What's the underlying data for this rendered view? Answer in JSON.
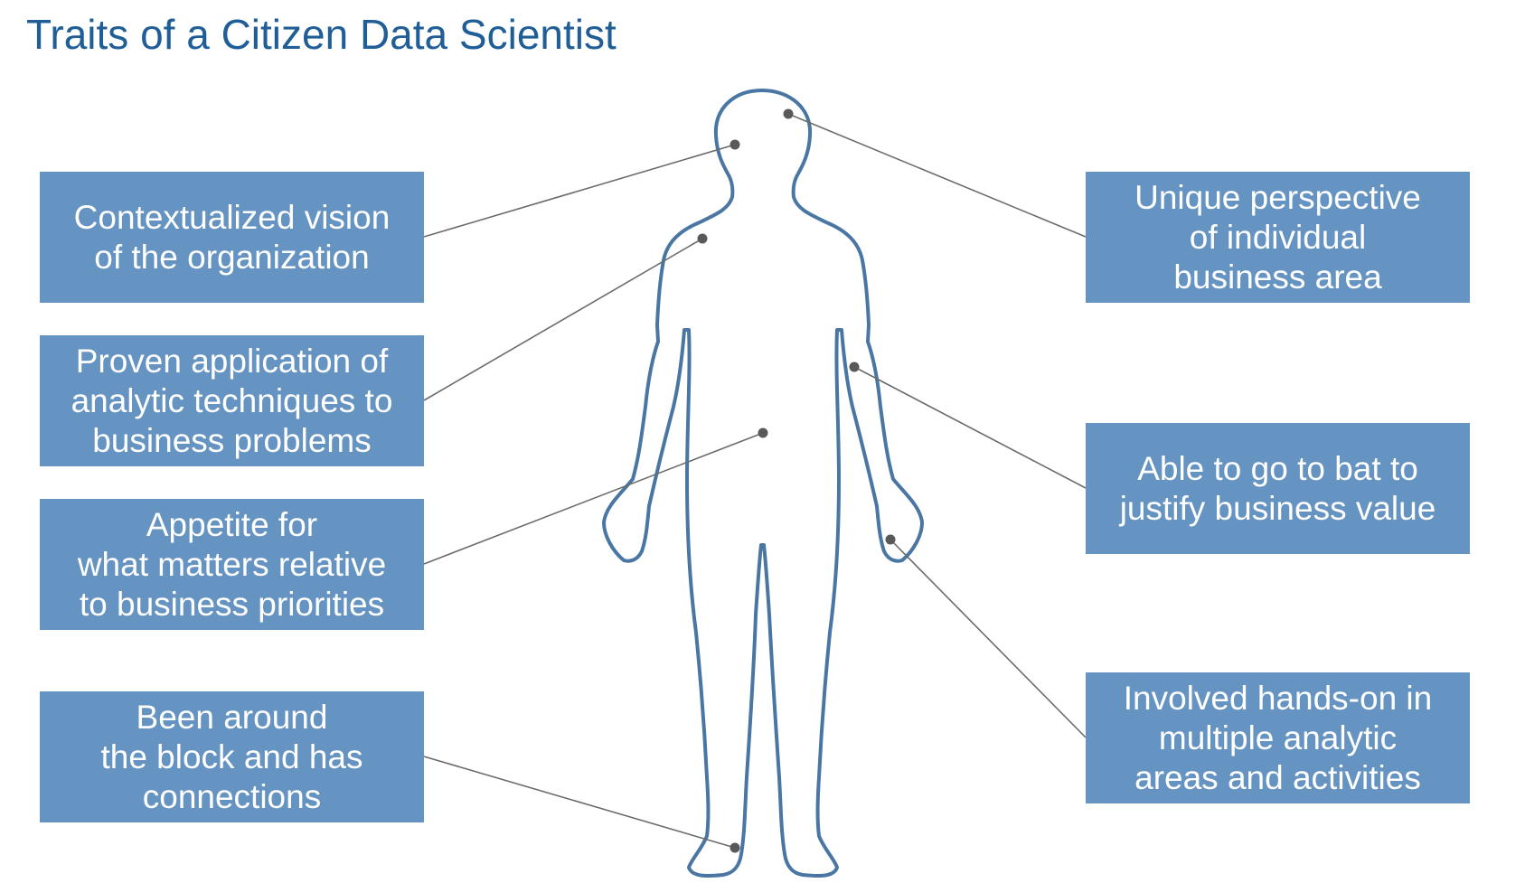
{
  "title": "Traits of a Citizen Data Scientist",
  "colors": {
    "title": "#1f5e96",
    "box_fill": "#6593c2",
    "box_text": "#ffffff",
    "outline": "#4a76a3",
    "connector": "#6b6b6b"
  },
  "left_traits": [
    {
      "label": "Contextualized vision\nof the organization"
    },
    {
      "label": "Proven application of\nanalytic techniques to\nbusiness problems"
    },
    {
      "label": "Appetite for\nwhat matters relative\nto business priorities"
    },
    {
      "label": "Been around\nthe block and has\nconnections"
    }
  ],
  "right_traits": [
    {
      "label": "Unique perspective\nof individual\nbusiness area"
    },
    {
      "label": "Able to go to bat to\njustify business value"
    },
    {
      "label": "Involved hands-on in\nmultiple analytic\nareas and activities"
    }
  ],
  "figure": {
    "icon": "human-silhouette-outline-icon"
  }
}
